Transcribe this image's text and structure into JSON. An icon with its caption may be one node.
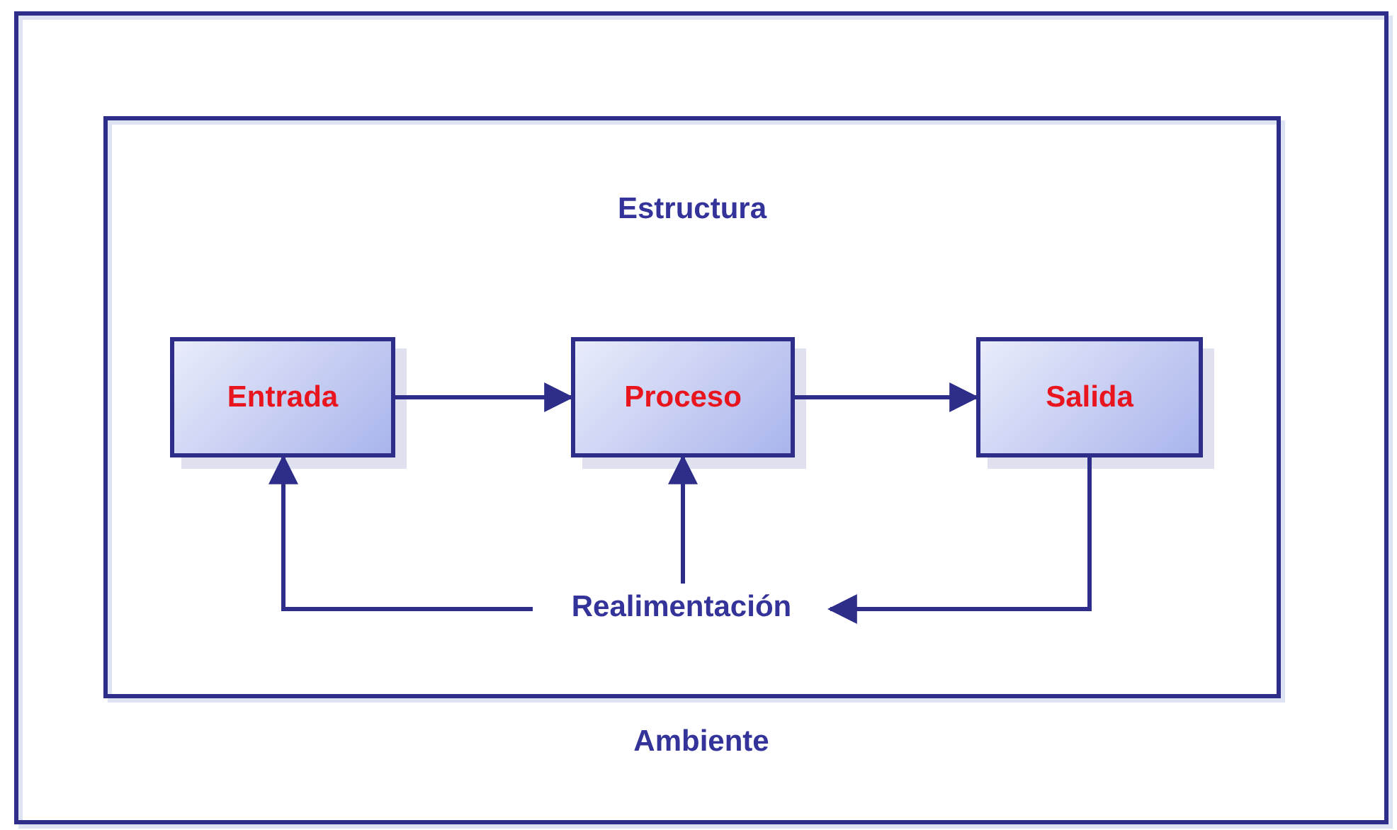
{
  "diagram": {
    "nodes": [
      {
        "text": [
          "Ambiente"
        ]
      },
      {
        "text": [
          "Estructura"
        ],
        "in": 0
      },
      {
        "text": [
          "Entrada"
        ],
        "in": 1
      },
      {
        "text": [
          "Proceso"
        ],
        "in": 1
      },
      {
        "text": [
          "Salida"
        ],
        "in": 1
      },
      {
        "text": [
          "Realimentación"
        ],
        "in": 1
      }
    ],
    "edges": [
      {
        "from": 2,
        "to": 3,
        "arrow": "to"
      },
      {
        "from": 3,
        "to": 4,
        "arrow": "to"
      },
      {
        "from": 4,
        "to": 5,
        "arrow": "to"
      },
      {
        "from": 5,
        "to": 2,
        "arrow": "to"
      },
      {
        "from": 5,
        "to": 3,
        "arrow": "to"
      }
    ]
  }
}
